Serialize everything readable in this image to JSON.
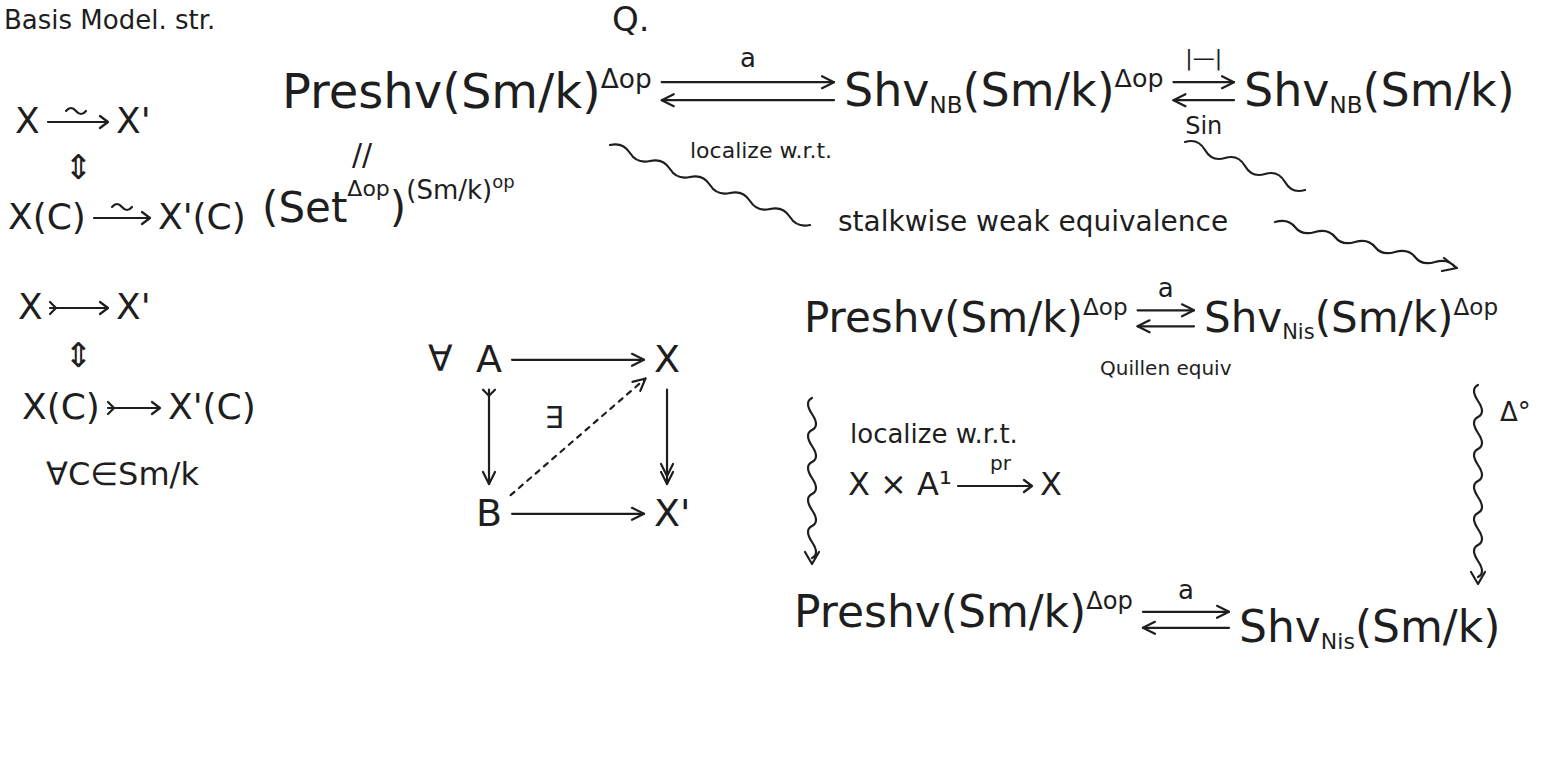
{
  "diagram": {
    "nodes": [
      {
        "text": [
          "Preshv(Sm/k)",
          "Δop"
        ]
      },
      {
        "text": [
          "Shv",
          "NB",
          "(Sm/k)",
          "Δop"
        ]
      },
      {
        "text": [
          "Shv",
          "NB",
          "(Sm/k)"
        ]
      },
      {
        "text": [
          "Preshv(Sm/k)",
          "Δop"
        ]
      },
      {
        "text": [
          "Shv",
          "Nis",
          "(Sm/k)",
          "Δop"
        ]
      },
      {
        "text": [
          "Preshv(Sm/k)",
          "Δop"
        ]
      },
      {
        "text": [
          "Shv",
          "Nis",
          "(Sm/k)"
        ]
      },
      {
        "text": [
          "A"
        ]
      },
      {
        "text": [
          "X"
        ]
      },
      {
        "text": [
          "B"
        ]
      },
      {
        "text": [
          "X'"
        ]
      }
    ],
    "edges": [
      {
        "from": 0,
        "to": 1,
        "label": "a",
        "arrow": "to"
      },
      {
        "from": 1,
        "to": 0,
        "arrow": "to"
      },
      {
        "from": 1,
        "to": 2,
        "label": "|—|",
        "arrow": "to"
      },
      {
        "from": 2,
        "to": 1,
        "label": "Sin",
        "arrow": "to"
      },
      {
        "from": 3,
        "to": 4,
        "label": "a",
        "arrow": "to"
      },
      {
        "from": 4,
        "to": 3,
        "label": "Quillen equiv",
        "arrow": "to"
      },
      {
        "from": 5,
        "to": 6,
        "label": "a",
        "arrow": "to"
      },
      {
        "from": 6,
        "to": 5,
        "arrow": "to"
      },
      {
        "from": 7,
        "to": 8,
        "arrow": "to"
      },
      {
        "from": 7,
        "to": 9,
        "arrow": "to"
      },
      {
        "from": 8,
        "to": 10,
        "arrow": "to"
      },
      {
        "from": 9,
        "to": 10,
        "arrow": "to"
      },
      {
        "from": 9,
        "to": 8,
        "label": "∃",
        "arrow": "to"
      }
    ],
    "labels": [
      "Basis Model. str.",
      "Q.",
      "X",
      "X'",
      "⇕",
      "X(C)",
      "X'(C)",
      "X",
      "X'",
      "⇕",
      "X(C)",
      "X'(C)",
      "∀C∈Sm/k",
      "//",
      "(Set",
      "Δop",
      ")",
      "(Sm/k)",
      "op",
      "∀",
      "localize w.r.t.",
      "stalkwise weak equivalence",
      "localize w.r.t.",
      "X × A¹",
      "pr",
      "X",
      "Δ°"
    ]
  }
}
